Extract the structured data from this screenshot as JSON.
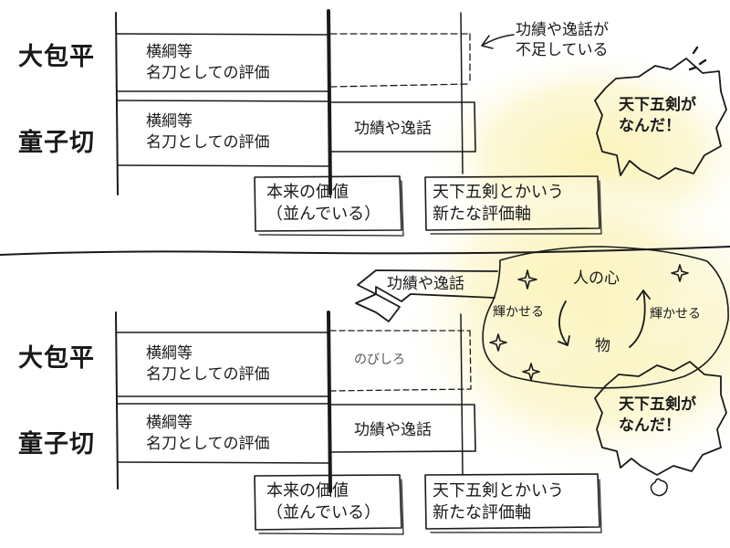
{
  "top": {
    "rows": [
      {
        "name": "大包平",
        "cell1": [
          "横綱等",
          "名刀としての評価"
        ]
      },
      {
        "name": "童子切",
        "cell1": [
          "横綱等",
          "名刀としての評価"
        ],
        "cell2": "功績や逸話"
      }
    ],
    "missing_note": [
      "功績や逸話が",
      "不足している"
    ],
    "box_left": [
      "本来の価値",
      "（並んでいる）"
    ],
    "box_right": [
      "天下五剣とかいう",
      "新たな評価軸"
    ],
    "bubble": [
      "天下五剣が",
      "なんだ！"
    ]
  },
  "bottom": {
    "rows": [
      {
        "name": "大包平",
        "cell1": [
          "横綱等",
          "名刀としての評価"
        ],
        "cell2": "のびしろ"
      },
      {
        "name": "童子切",
        "cell1": [
          "横綱等",
          "名刀としての評価"
        ],
        "cell2": "功績や逸話"
      }
    ],
    "arrow_label": "功績や逸話",
    "cycle": {
      "top_node": "人の心",
      "bottom_node": "物",
      "left_label": "輝かせる",
      "right_label": "輝かせる"
    },
    "box_left": [
      "本来の価値",
      "（並んでいる）"
    ],
    "box_right": [
      "天下五剣とかいう",
      "新たな評価軸"
    ],
    "bubble": [
      "天下五剣が",
      "なんだ！"
    ]
  },
  "colors": {
    "ink": "#1a1a1a",
    "glow": "#fbf3b8"
  }
}
